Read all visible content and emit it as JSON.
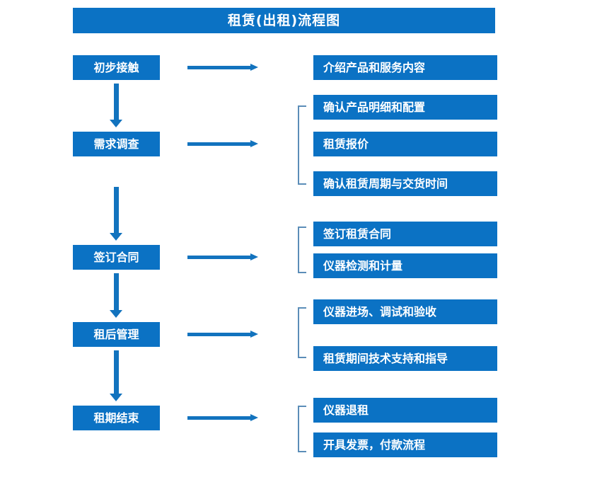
{
  "colors": {
    "box_blue": "#0B72C4",
    "arrow_blue": "#1273BE",
    "bracket_blue": "#5B8DB8",
    "text_white": "#FFFFFF",
    "background": "#FFFFFF"
  },
  "header": {
    "title": "租赁(出租)流程图"
  },
  "diagram_data": {
    "type": "flowchart",
    "orientation": "vertical-with-side-details",
    "stages": [
      {
        "label": "初步接触",
        "details": [
          "介绍产品和服务内容"
        ],
        "grouped": false
      },
      {
        "label": "需求调查",
        "details": [
          "确认产品明细和配置",
          "租赁报价",
          "确认租赁周期与交货时间"
        ],
        "grouped": true
      },
      {
        "label": "签订合同",
        "details": [
          "签订租赁合同",
          "仪器检测和计量"
        ],
        "grouped": true
      },
      {
        "label": "租后管理",
        "details": [
          "仪器进场、调试和验收",
          "租赁期间技术支持和指导"
        ],
        "grouped": true
      },
      {
        "label": "租期结束",
        "details": [
          "仪器退租",
          "开具发票，付款流程"
        ],
        "grouped": true
      }
    ]
  },
  "stage_boxes": [
    {
      "label": "初步接触"
    },
    {
      "label": "需求调查"
    },
    {
      "label": "签订合同"
    },
    {
      "label": "租后管理"
    },
    {
      "label": "租期结束"
    }
  ],
  "detail_boxes": [
    {
      "label": "介绍产品和服务内容"
    },
    {
      "label": "确认产品明细和配置"
    },
    {
      "label": "租赁报价"
    },
    {
      "label": "确认租赁周期与交货时间"
    },
    {
      "label": "签订租赁合同"
    },
    {
      "label": "仪器检测和计量"
    },
    {
      "label": "仪器进场、调试和验收"
    },
    {
      "label": "租赁期间技术支持和指导"
    },
    {
      "label": "仪器退租"
    },
    {
      "label": "开具发票，付款流程"
    }
  ]
}
